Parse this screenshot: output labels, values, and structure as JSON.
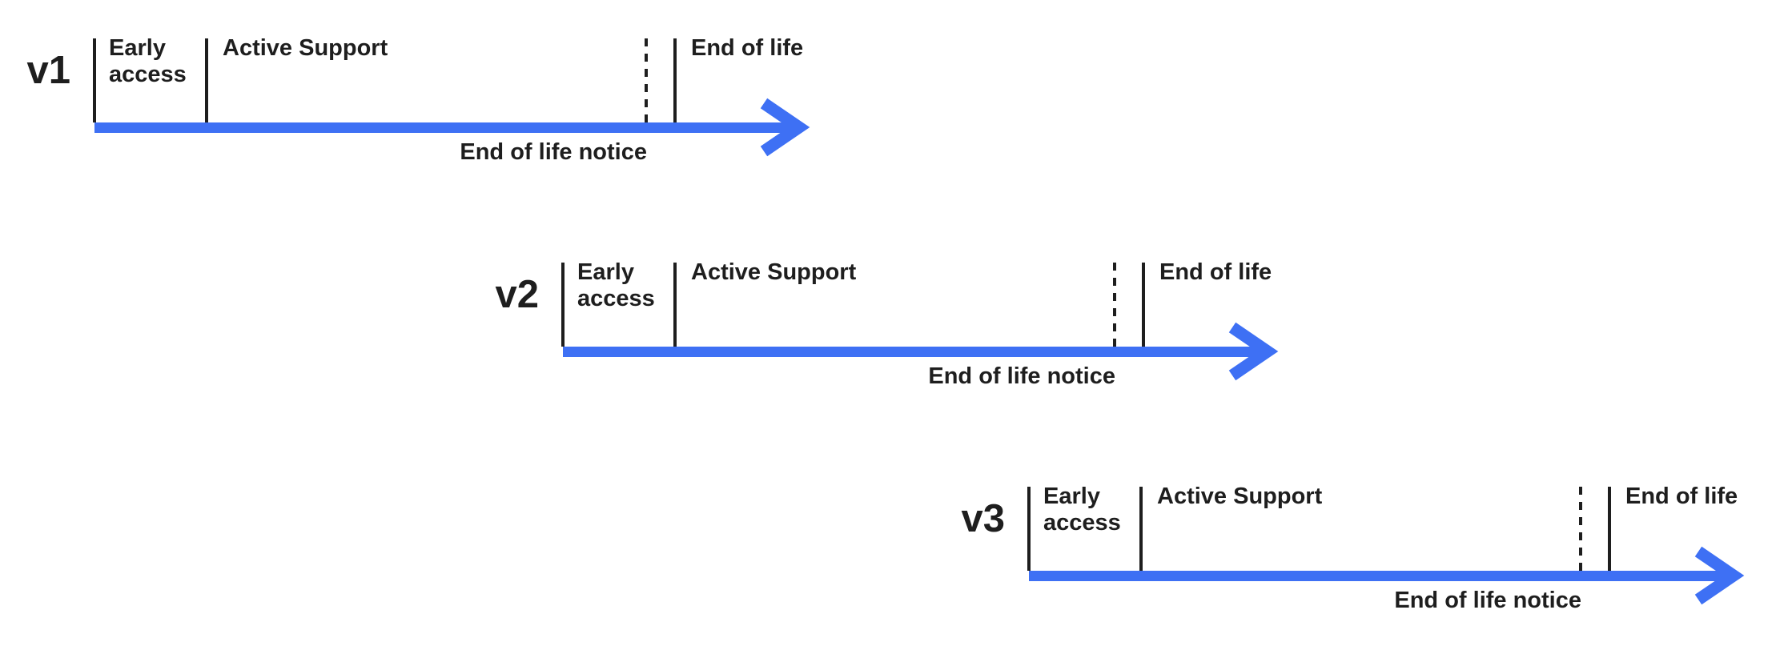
{
  "diagram": {
    "type": "version-lifecycle-timeline",
    "rows": [
      {
        "version": "v1",
        "early_access_label": "Early access",
        "active_support_label": "Active Support",
        "end_of_life_label": "End of life",
        "end_of_life_notice_label": "End of life notice"
      },
      {
        "version": "v2",
        "early_access_label": "Early access",
        "active_support_label": "Active Support",
        "end_of_life_label": "End of life",
        "end_of_life_notice_label": "End of life notice"
      },
      {
        "version": "v3",
        "early_access_label": "Early access",
        "active_support_label": "Active Support",
        "end_of_life_label": "End of life",
        "end_of_life_notice_label": "End of life notice"
      }
    ],
    "colors": {
      "arrow_blue": "#3e70f4",
      "ink": "#1e1e1e",
      "background": "#ffffff"
    }
  }
}
